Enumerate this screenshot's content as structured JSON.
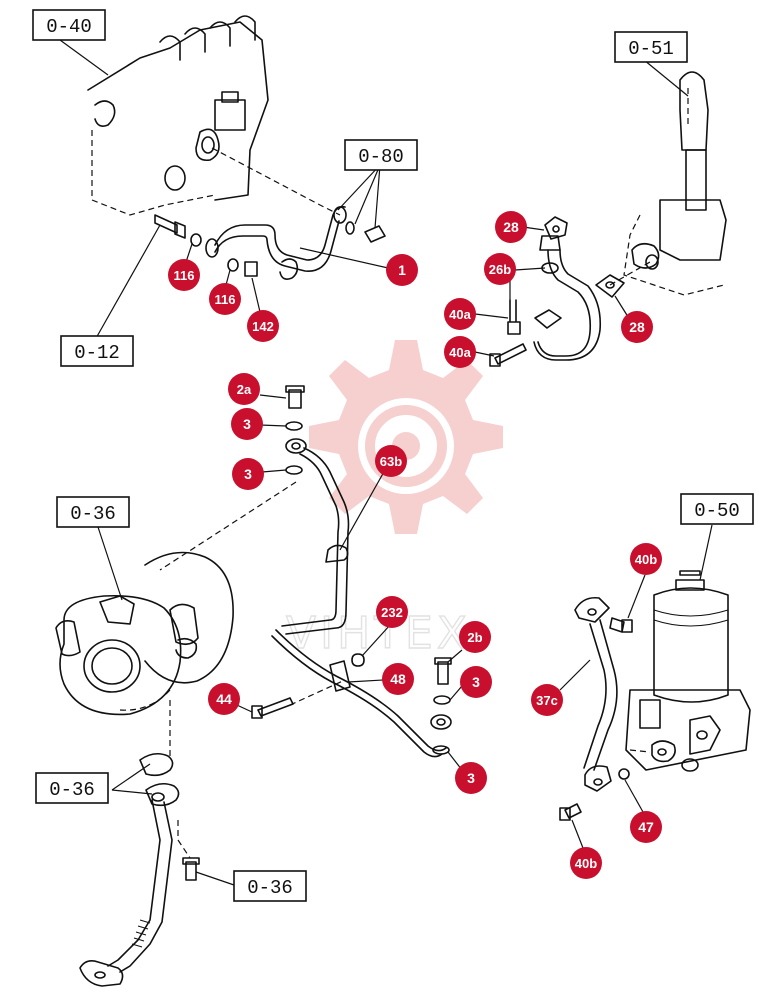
{
  "watermark": {
    "text": "VIHTEX",
    "color": "#f0a8a8"
  },
  "colors": {
    "callout": "#c8102e",
    "line": "#111111"
  },
  "reference_boxes": [
    {
      "id": "0-40",
      "label": "0-40"
    },
    {
      "id": "0-80",
      "label": "0-80"
    },
    {
      "id": "0-12",
      "label": "0-12"
    },
    {
      "id": "0-51",
      "label": "0-51"
    },
    {
      "id": "0-36a",
      "label": "0-36"
    },
    {
      "id": "0-50",
      "label": "0-50"
    },
    {
      "id": "0-36b",
      "label": "0-36"
    },
    {
      "id": "0-36c",
      "label": "0-36"
    }
  ],
  "callouts": [
    {
      "id": "c1",
      "label": "1"
    },
    {
      "id": "c116a",
      "label": "116"
    },
    {
      "id": "c116b",
      "label": "116"
    },
    {
      "id": "c142",
      "label": "142"
    },
    {
      "id": "c28a",
      "label": "28"
    },
    {
      "id": "c26b",
      "label": "26b"
    },
    {
      "id": "c40a1",
      "label": "40a"
    },
    {
      "id": "c40a2",
      "label": "40a"
    },
    {
      "id": "c28b",
      "label": "28"
    },
    {
      "id": "c2a",
      "label": "2a"
    },
    {
      "id": "c3a",
      "label": "3"
    },
    {
      "id": "c3b",
      "label": "3"
    },
    {
      "id": "c63b",
      "label": "63b"
    },
    {
      "id": "c232",
      "label": "232"
    },
    {
      "id": "c2b",
      "label": "2b"
    },
    {
      "id": "c48",
      "label": "48"
    },
    {
      "id": "c3c",
      "label": "3"
    },
    {
      "id": "c44",
      "label": "44"
    },
    {
      "id": "c3d",
      "label": "3"
    },
    {
      "id": "c40b1",
      "label": "40b"
    },
    {
      "id": "c37c",
      "label": "37c"
    },
    {
      "id": "c47",
      "label": "47"
    },
    {
      "id": "c40b2",
      "label": "40b"
    }
  ]
}
